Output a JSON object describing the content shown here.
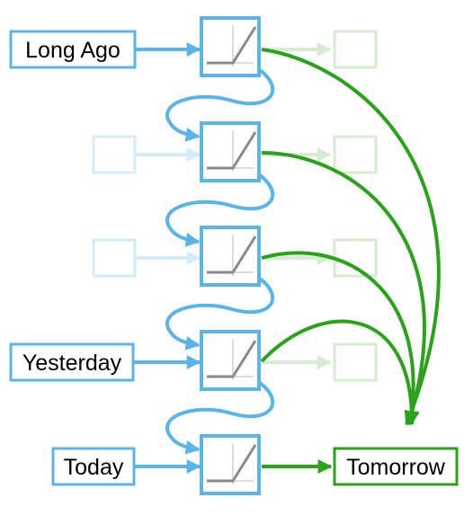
{
  "labels": {
    "long_ago": "Long Ago",
    "yesterday": "Yesterday",
    "today": "Today",
    "tomorrow": "Tomorrow"
  },
  "colors": {
    "blue": "#5ab4ea",
    "blue_faded": "#d3ecfa",
    "green": "#2aa31a",
    "green_faded": "#d6ecd0",
    "relu_line": "#8a8a8a",
    "background": "#ffffff"
  },
  "icons": {
    "unit": "relu-activation-icon"
  }
}
